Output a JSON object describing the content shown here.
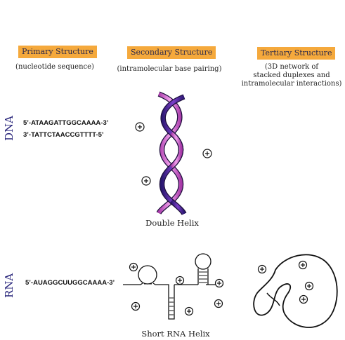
{
  "columns": [
    {
      "title": "Primary Structure",
      "subtitle": [
        "(nucleotide sequence)"
      ]
    },
    {
      "title": "Secondary Structure",
      "subtitle": [
        "(intramolecular base pairing)"
      ]
    },
    {
      "title": "Tertiary Structure",
      "subtitle": [
        "(3D network of",
        "stacked duplexes and",
        "intramolecular interactions)"
      ]
    }
  ],
  "rows": {
    "dna": {
      "label": "DNA",
      "seq_top": "5’-ATAAGATTGGCAAAA-3’",
      "seq_bottom": "3’-TATTCTAACCGTTTT-5’",
      "caption": "Double Helix"
    },
    "rna": {
      "label": "RNA",
      "seq": "5’-AUAGGCUUGGCAAAA-3’",
      "caption": "Short RNA Helix"
    }
  },
  "colors": {
    "header_bg": "#f5a93c",
    "strand_dark": "#3b1f8a",
    "strand_light": "#e070d8",
    "ion": "#111111"
  },
  "icons": {
    "ion": "plus-circle-icon"
  }
}
